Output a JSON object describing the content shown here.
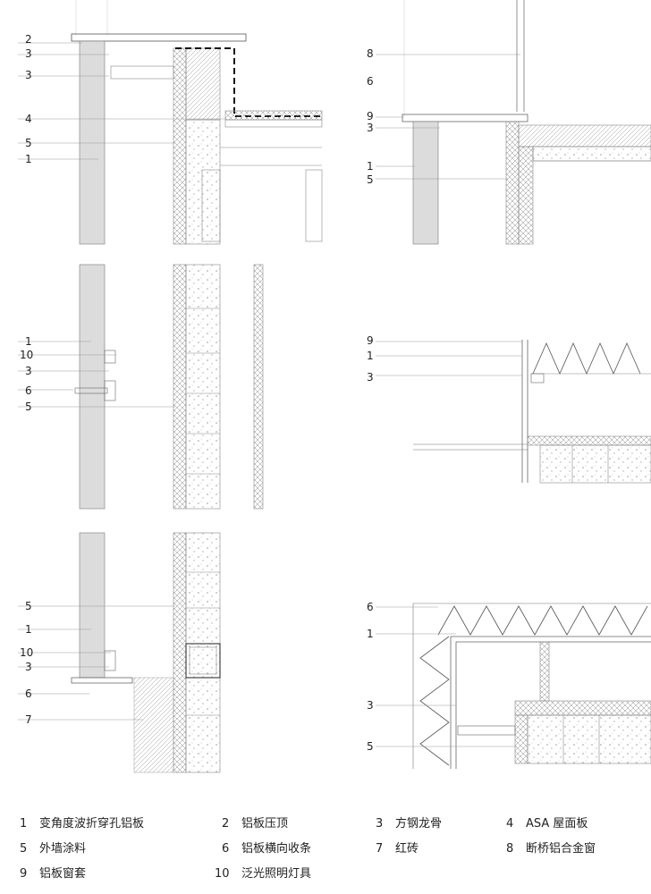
{
  "legend": [
    {
      "num": "1",
      "text": "变角度波折穿孔铝板"
    },
    {
      "num": "2",
      "text": "铝板压顶"
    },
    {
      "num": "3",
      "text": "方钢龙骨"
    },
    {
      "num": "4",
      "text": "ASA 屋面板"
    },
    {
      "num": "5",
      "text": "外墙涂料"
    },
    {
      "num": "6",
      "text": "铝板横向收条"
    },
    {
      "num": "7",
      "text": "红砖"
    },
    {
      "num": "8",
      "text": "断桥铝合金窗"
    },
    {
      "num": "9",
      "text": "铝板窗套"
    },
    {
      "num": "10",
      "text": "泛光照明灯具"
    }
  ],
  "callouts": {
    "detail_a": [
      "2",
      "3",
      "3",
      "4",
      "5",
      "1"
    ],
    "detail_b": [
      "8",
      "6",
      "9",
      "3",
      "1",
      "5"
    ],
    "detail_c": [
      "1",
      "10",
      "3",
      "6",
      "5"
    ],
    "detail_d": [
      "9",
      "1",
      "3"
    ],
    "detail_e": [
      "5",
      "1",
      "10",
      "3",
      "6",
      "7"
    ],
    "detail_f": [
      "6",
      "1",
      "3",
      "5"
    ]
  }
}
